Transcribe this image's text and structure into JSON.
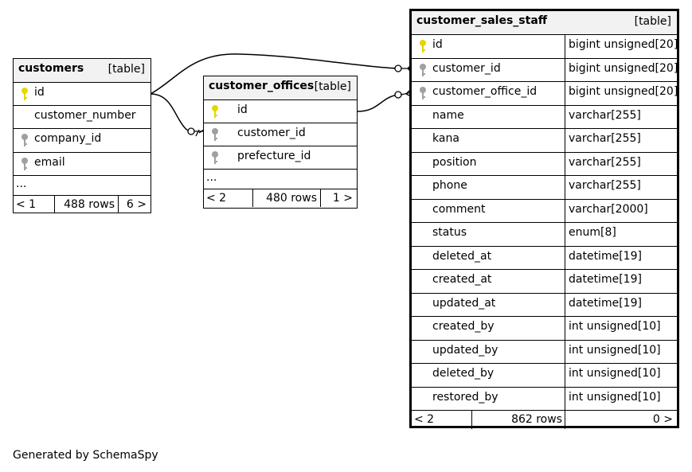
{
  "footer_text": "Generated by SchemaSpy",
  "tables": {
    "customers": {
      "name": "customers",
      "type": "[table]",
      "columns": [
        {
          "name": "id",
          "key": "primary"
        },
        {
          "name": "customer_number",
          "key": "none"
        },
        {
          "name": "company_id",
          "key": "foreign"
        },
        {
          "name": "email",
          "key": "foreign"
        }
      ],
      "ellipsis": "...",
      "footer": {
        "parents": "< 1",
        "rows": "488 rows",
        "children": "6 >"
      }
    },
    "customer_offices": {
      "name": "customer_offices",
      "type": "[table]",
      "columns": [
        {
          "name": "id",
          "key": "primary"
        },
        {
          "name": "customer_id",
          "key": "foreign"
        },
        {
          "name": "prefecture_id",
          "key": "foreign"
        }
      ],
      "ellipsis": "...",
      "footer": {
        "parents": "< 2",
        "rows": "480 rows",
        "children": "1 >"
      }
    },
    "customer_sales_staff": {
      "name": "customer_sales_staff",
      "type": "[table]",
      "columns": [
        {
          "name": "id",
          "type": "bigint unsigned[20]",
          "key": "primary"
        },
        {
          "name": "customer_id",
          "type": "bigint unsigned[20]",
          "key": "foreign"
        },
        {
          "name": "customer_office_id",
          "type": "bigint unsigned[20]",
          "key": "foreign"
        },
        {
          "name": "name",
          "type": "varchar[255]",
          "key": "none"
        },
        {
          "name": "kana",
          "type": "varchar[255]",
          "key": "none"
        },
        {
          "name": "position",
          "type": "varchar[255]",
          "key": "none"
        },
        {
          "name": "phone",
          "type": "varchar[255]",
          "key": "none"
        },
        {
          "name": "comment",
          "type": "varchar[2000]",
          "key": "none"
        },
        {
          "name": "status",
          "type": "enum[8]",
          "key": "none"
        },
        {
          "name": "deleted_at",
          "type": "datetime[19]",
          "key": "none"
        },
        {
          "name": "created_at",
          "type": "datetime[19]",
          "key": "none"
        },
        {
          "name": "updated_at",
          "type": "datetime[19]",
          "key": "none"
        },
        {
          "name": "created_by",
          "type": "int unsigned[10]",
          "key": "none"
        },
        {
          "name": "updated_by",
          "type": "int unsigned[10]",
          "key": "none"
        },
        {
          "name": "deleted_by",
          "type": "int unsigned[10]",
          "key": "none"
        },
        {
          "name": "restored_by",
          "type": "int unsigned[10]",
          "key": "none"
        }
      ],
      "footer": {
        "parents": "< 2",
        "rows": "862 rows",
        "children": "0 >"
      }
    }
  },
  "colors": {
    "primary_key": "#e6d600",
    "foreign_key": "#a0a0a0",
    "header_bg": "#f2f2f2"
  }
}
